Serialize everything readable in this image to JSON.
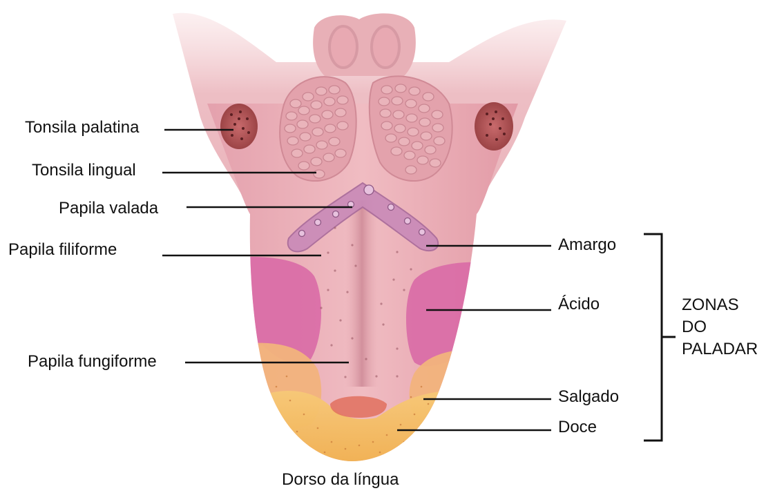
{
  "diagram": {
    "labels_left": {
      "tonsila_palatina": "Tonsila palatina",
      "tonsila_lingual": "Tonsila lingual",
      "papila_valada": "Papila valada",
      "papila_filiforme": "Papila filiforme",
      "papila_fungiforme": "Papila fungiforme"
    },
    "labels_right": {
      "amargo": "Amargo",
      "acido": "Ácido",
      "salgado": "Salgado",
      "doce": "Doce"
    },
    "zones_caption": [
      "ZONAS",
      "DO",
      "PALADAR"
    ],
    "caption": "Dorso da língua"
  },
  "colors": {
    "tongue_base": "#e9a5ad",
    "tongue_mid": "#d88b96",
    "tonsil_red": "#b8595d",
    "valada_purple": "#c98ab8",
    "acid_pink": "#d96aa6",
    "salty_orange": "#f2b37c",
    "sweet_yellow": "#f4bc57",
    "line": "#111111"
  }
}
